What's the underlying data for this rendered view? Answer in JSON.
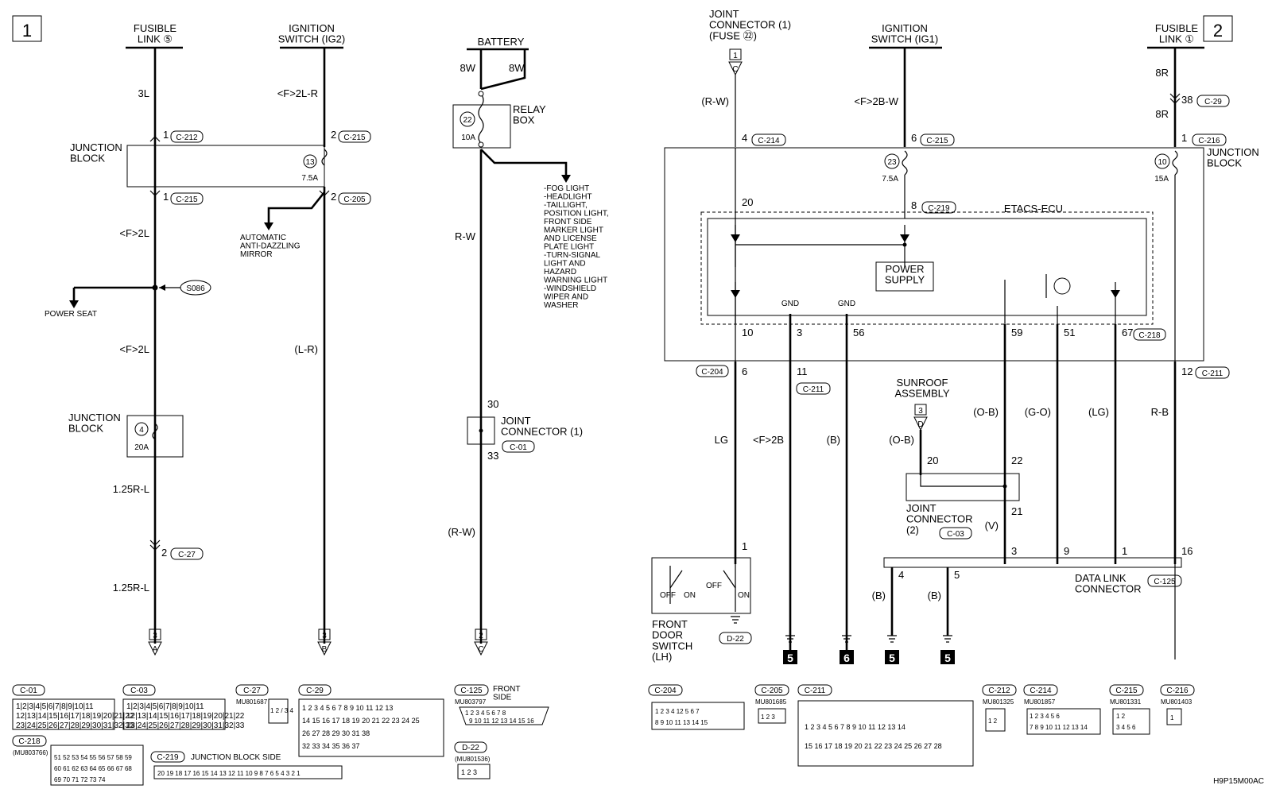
{
  "sections": {
    "left": "1",
    "right": "2"
  },
  "code": "H9P15M00AC",
  "left": {
    "fusible_link": "FUSIBLE\nLINK ⑤",
    "ig2": "IGNITION\nSWITCH (IG2)",
    "battery": "BATTERY",
    "wire_3l": "3L",
    "wire_f2lr": "<F>2L-R",
    "pin1": "1",
    "conn_c212": "C-212",
    "pin2": "2",
    "conn_c215": "C-215",
    "junction_block": "JUNCTION\nBLOCK",
    "fuse13": "13",
    "fuse13_amp": "7.5A",
    "pin1b": "1",
    "conn_c215b": "C-215",
    "pin2b": "2",
    "conn_c205": "C-205",
    "auto_mirror": "AUTOMATIC\nANTI-DAZZLING\nMIRROR",
    "wire_f2l_a": "<F>2L",
    "splice": "S086",
    "power_seat": "POWER SEAT",
    "wire_f2l_b": "<F>2L",
    "wire_lr": "(L-R)",
    "junction_block2": "JUNCTION\nBLOCK",
    "fuse4": "4",
    "fuse4_amp": "20A",
    "wire_125rl": "1.25R-L",
    "pin2c": "2",
    "conn_c27": "C-27",
    "wire_125rl_b": "1.25R-L",
    "term_a": "3",
    "term_a_letter": "A",
    "term_b": "3",
    "term_b_letter": "B",
    "w8w_a": "8W",
    "w8w_b": "8W",
    "fuse22": "22",
    "fuse22_amp": "10A",
    "relay_box": "RELAY\nBOX",
    "fog_list": "-FOG LIGHT\n-HEADLIGHT\n-TAILLIGHT,\nPOSITION LIGHT,\nFRONT SIDE\nMARKER LIGHT\nAND LICENSE\nPLATE LIGHT\n-TURN-SIGNAL\nLIGHT AND\nHAZARD\nWARNING LIGHT\n-WINDSHIELD\nWIPER AND\nWASHER",
    "wire_rw": "R-W",
    "pin30": "30",
    "joint_conn": "JOINT\nCONNECTOR (1)",
    "conn_c01": "C-01",
    "pin33": "33",
    "wire_rw2": "(R-W)",
    "term_c": "2",
    "term_c_letter": "C"
  },
  "right": {
    "joint_conn_fuse": "JOINT\nCONNECTOR (1)\n(FUSE ㉒)",
    "ig1": "IGNITION\nSWITCH (IG1)",
    "fusible_link1": "FUSIBLE\nLINK ①",
    "term_in": "1",
    "term_in_letter": "C",
    "wire_rw": "(R-W)",
    "wire_f2bw": "<F>2B-W",
    "wire_8r_a": "8R",
    "pin38": "38",
    "conn_c29": "C-29",
    "wire_8r_b": "8R",
    "pin4": "4",
    "conn_c214": "C-214",
    "pin6": "6",
    "conn_c215": "C-215",
    "pin1": "1",
    "conn_c216": "C-216",
    "junction_block": "JUNCTION\nBLOCK",
    "fuse23": "23",
    "fuse23_amp": "7.5A",
    "fuse10": "10",
    "fuse10_amp": "15A",
    "pin20": "20",
    "pin8": "8",
    "conn_c219": "C-219",
    "etacs": "ETACS-ECU",
    "power_supply": "POWER\nSUPPLY",
    "gnd1": "GND",
    "gnd2": "GND",
    "pins_ecu": [
      "10",
      "3",
      "56",
      "59",
      "51",
      "67"
    ],
    "conn_c218": "C-218",
    "conn_c204": "C-204",
    "pin6b": "6",
    "pin11": "11",
    "conn_c211": "C-211",
    "pin12": "12",
    "conn_c211b": "C-211",
    "sunroof": "SUNROOF\nASSEMBLY",
    "term_d": "3",
    "term_d_letter": "D",
    "wire_lg": "LG",
    "wire_f2b": "<F>2B",
    "wire_b": "(B)",
    "wire_ob": "(O-B)",
    "wire_go": "(G-O)",
    "wire_lg2": "(LG)",
    "wire_rb": "R-B",
    "wire_ob2": "(O-B)",
    "pin20b": "20",
    "pin22": "22",
    "pin21": "21",
    "joint_conn2": "JOINT\nCONNECTOR\n(2)",
    "conn_c03": "C-03",
    "wire_v": "(V)",
    "pin1c": "1",
    "pins_dlc": [
      "3",
      "9",
      "1",
      "16",
      "4",
      "5"
    ],
    "door_switch": "FRONT\nDOOR\nSWITCH\n(LH)",
    "off1": "OFF",
    "on1": "ON",
    "off2": "OFF",
    "on2": "ON",
    "conn_d22": "D-22",
    "dlc": "DATA LINK\nCONNECTOR",
    "conn_c125": "C-125",
    "wire_b4": "(B)",
    "wire_b5": "(B)",
    "grounds": [
      "5",
      "6",
      "5",
      "5"
    ]
  },
  "connectors": {
    "c01": "C-01",
    "c03": "C-03",
    "c27": "C-27",
    "c27_part": "MU801687",
    "c29": "C-29",
    "c125": "C-125",
    "c125_side": "FRONT\nSIDE",
    "c125_part": "MU803797",
    "c218": "C-218",
    "c218_part": "(MU803766)",
    "c219": "C-219",
    "c219_side": "JUNCTION BLOCK SIDE",
    "d22": "D-22",
    "d22_part": "(MU801536)",
    "c204": "C-204",
    "c205": "C-205",
    "c205_part": "MU801685",
    "c211": "C-211",
    "c212": "C-212",
    "c212_part": "MU801325",
    "c214": "C-214",
    "c214_part": "MU801857",
    "c215": "C-215",
    "c215_part": "MU801331",
    "c216": "C-216",
    "c216_part": "MU801403",
    "c01_r1": "1|2|3|4|5|6|7|8|9|10|11",
    "c01_r2": "12|13|14|15|16|17|18|19|20|21|22",
    "c01_r3": "23|24|25|26|27|28|29|30|31|32|33",
    "c27_pins": "1 2 / 3 4",
    "c29_r1": "1 2 3 4 5 6 7 8 9 10 11 12 13",
    "c29_r2": "14 15 16 17 18 19 20 21 22 23 24 25",
    "c29_r3": "26 27 28 29 30 31 38",
    "c29_r4": "32 33 34 35 36 37",
    "c125_r1": "1 2 3 4 5 6 7 8",
    "c125_r2": "9 10 11 12 13 14 15 16",
    "c218_r1": "51 52 53 54 55 56 57 58 59",
    "c218_r2": "60 61 62 63 64 65 66 67 68",
    "c218_r3": "69 70 71 72 73 74",
    "c219_r": "20 19 18 17 16 15 14 13 12 11 10 9 8 7 6 5 4 3 2 1",
    "d22_pins": "1 2 3",
    "c204_r1": "1 2 3 4  12  5 6 7",
    "c204_r2": "8 9 10 11  13 14 15",
    "c205_pins": "1 2 3",
    "c211_r1": "1 2 3 4 5 6 7 8 9 10 11 12 13 14",
    "c211_r2": "15 16 17 18 19 20 21 22 23 24 25 26 27 28",
    "c212_pins": "1 2",
    "c214_r1": "1 2 3  4 5 6",
    "c214_r2": "7 8 9 10 11 12 13 14",
    "c215_r1": "1 2",
    "c215_r2": "3 4 5 6",
    "c216_pins": "1"
  }
}
